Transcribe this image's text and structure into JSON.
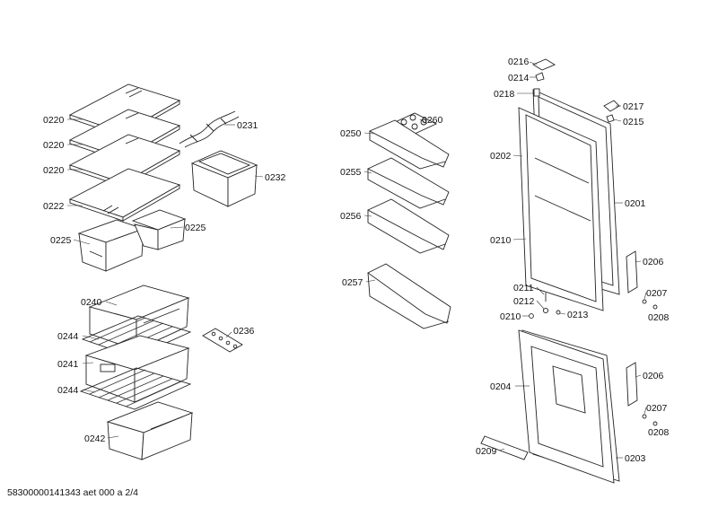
{
  "footer": "58300000141343 aet 000 a 2/4",
  "labels": {
    "p0220a": "0220",
    "p0220b": "0220",
    "p0220c": "0220",
    "p0222": "0222",
    "p0225a": "0225",
    "p0225b": "0225",
    "p0231": "0231",
    "p0232": "0232",
    "p0250": "0250",
    "p0260": "0260",
    "p0255": "0255",
    "p0256": "0256",
    "p0257": "0257",
    "p0240": "0240",
    "p0244a": "0244",
    "p0241": "0241",
    "p0244b": "0244",
    "p0242": "0242",
    "p0236": "0236",
    "p0216": "0216",
    "p0214": "0214",
    "p0218": "0218",
    "p0217": "0217",
    "p0215": "0215",
    "p0202": "0202",
    "p0201": "0201",
    "p0210a": "0210",
    "p0206a": "0206",
    "p0211": "0211",
    "p0212": "0212",
    "p0213": "0213",
    "p0210b": "0210",
    "p0207a": "0207",
    "p0208a": "0208",
    "p0204": "0204",
    "p0206b": "0206",
    "p0207b": "0207",
    "p0208b": "0208",
    "p0209": "0209",
    "p0203": "0203"
  }
}
